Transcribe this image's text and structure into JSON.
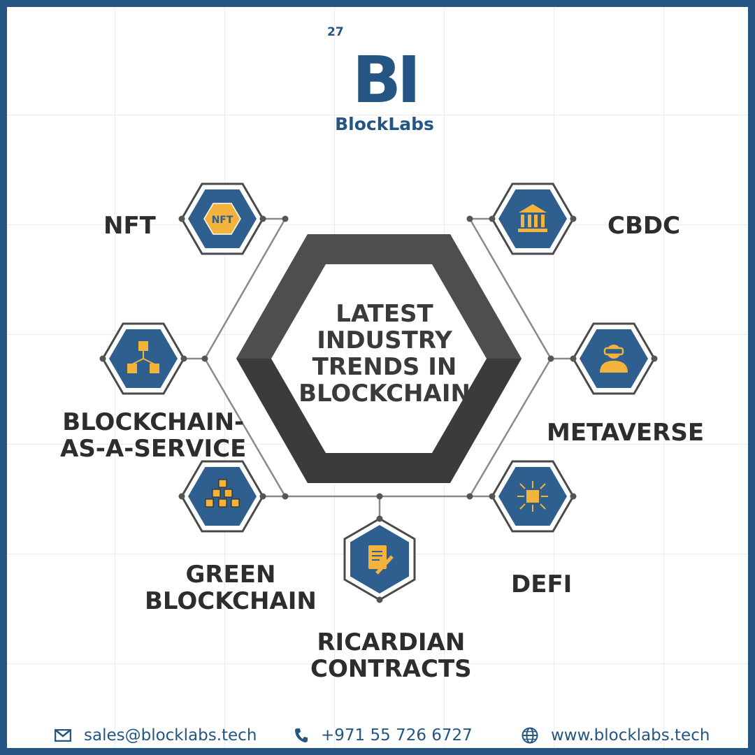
{
  "brand": {
    "number": "27",
    "mark": "BI",
    "name": "BlockLabs"
  },
  "center": {
    "title": "LATEST\nINDUSTRY\nTRENDS IN\nBLOCKCHAIN"
  },
  "trends": [
    {
      "label": "NFT",
      "icon": "nft-icon",
      "badge": "NFT"
    },
    {
      "label": "CBDC",
      "icon": "bank-icon"
    },
    {
      "label": "BLOCKCHAIN-\nAS-A-SERVICE",
      "icon": "connected-cubes-icon"
    },
    {
      "label": "METAVERSE",
      "icon": "vr-headset-person-icon"
    },
    {
      "label": "GREEN\nBLOCKCHAIN",
      "icon": "green-blocks-icon"
    },
    {
      "label": "DEFI",
      "icon": "distributed-box-icon"
    },
    {
      "label": "RICARDIAN\nCONTRACTS",
      "icon": "contract-pen-icon"
    }
  ],
  "footer": {
    "email": "sales@blocklabs.tech",
    "phone": "+971 55 726 6727",
    "website": "www.blocklabs.tech"
  },
  "colors": {
    "brand_blue": "#255683",
    "icon_blue": "#2e5f8e",
    "accent_yellow": "#f3b33d",
    "hex_dark": "#3a3a3a",
    "hex_light": "#4d4d4d"
  }
}
